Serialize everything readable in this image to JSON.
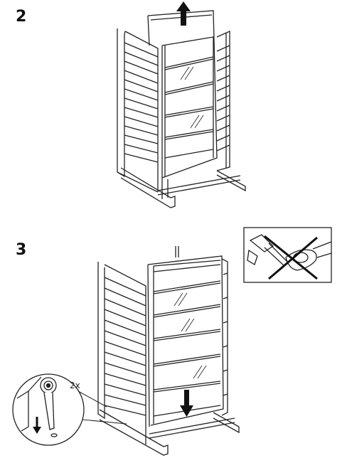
{
  "steps": [
    {
      "number": "2"
    },
    {
      "number": "3"
    }
  ],
  "detail_callout": {
    "quantity": "2x"
  },
  "icons": {
    "step2_arrow": "arrow-up-icon",
    "step3_arrow": "arrow-down-icon",
    "warning": "no-hammer-icon",
    "detail": "foot-screw-icon"
  }
}
